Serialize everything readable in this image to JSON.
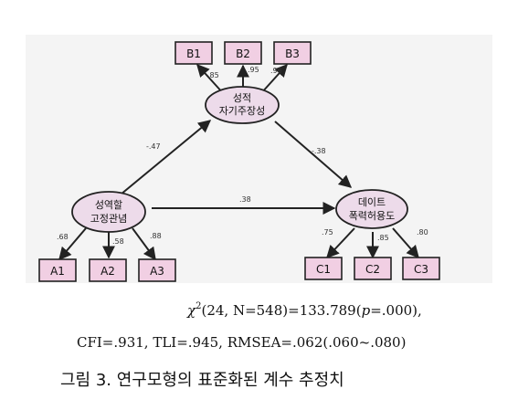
{
  "nodes": {
    "assertive": {
      "line1": "성적",
      "line2": "자기주장성"
    },
    "stereotype": {
      "line1": "성역할",
      "line2": "고정관념"
    },
    "dating": {
      "line1": "데이트",
      "line2": "폭력허용도"
    }
  },
  "indicators": {
    "B1": {
      "label": "B1",
      "loading": ".85"
    },
    "B2": {
      "label": "B2",
      "loading": ".95"
    },
    "B3": {
      "label": "B3",
      "loading": ".96"
    },
    "A1": {
      "label": "A1",
      "loading": ".68"
    },
    "A2": {
      "label": "A2",
      "loading": ".58"
    },
    "A3": {
      "label": "A3",
      "loading": ".88"
    },
    "C1": {
      "label": "C1",
      "loading": ".75"
    },
    "C2": {
      "label": "C2",
      "loading": ".85"
    },
    "C3": {
      "label": "C3",
      "loading": ".80"
    }
  },
  "paths": {
    "stereotype_to_assertive": "-.47",
    "assertive_to_dating": "-.38",
    "stereotype_to_dating": ".38"
  },
  "stats": {
    "chi_symbol": "χ",
    "chi_sup": "2",
    "chi_args": "(24,  N=548)=133.789(",
    "p_symbol": "p",
    "p_rest": "=.000),",
    "fit_line": "CFI=.931,  TLI=.945,  RMSEA=.062(.060~.080)"
  },
  "caption": "그림 3. 연구모형의 표준화된 계수 추정치",
  "colors": {
    "box_fill": "#f1cfe3",
    "ellipse_fill": "#eddbea",
    "panel_bg": "#f4f4f4"
  }
}
